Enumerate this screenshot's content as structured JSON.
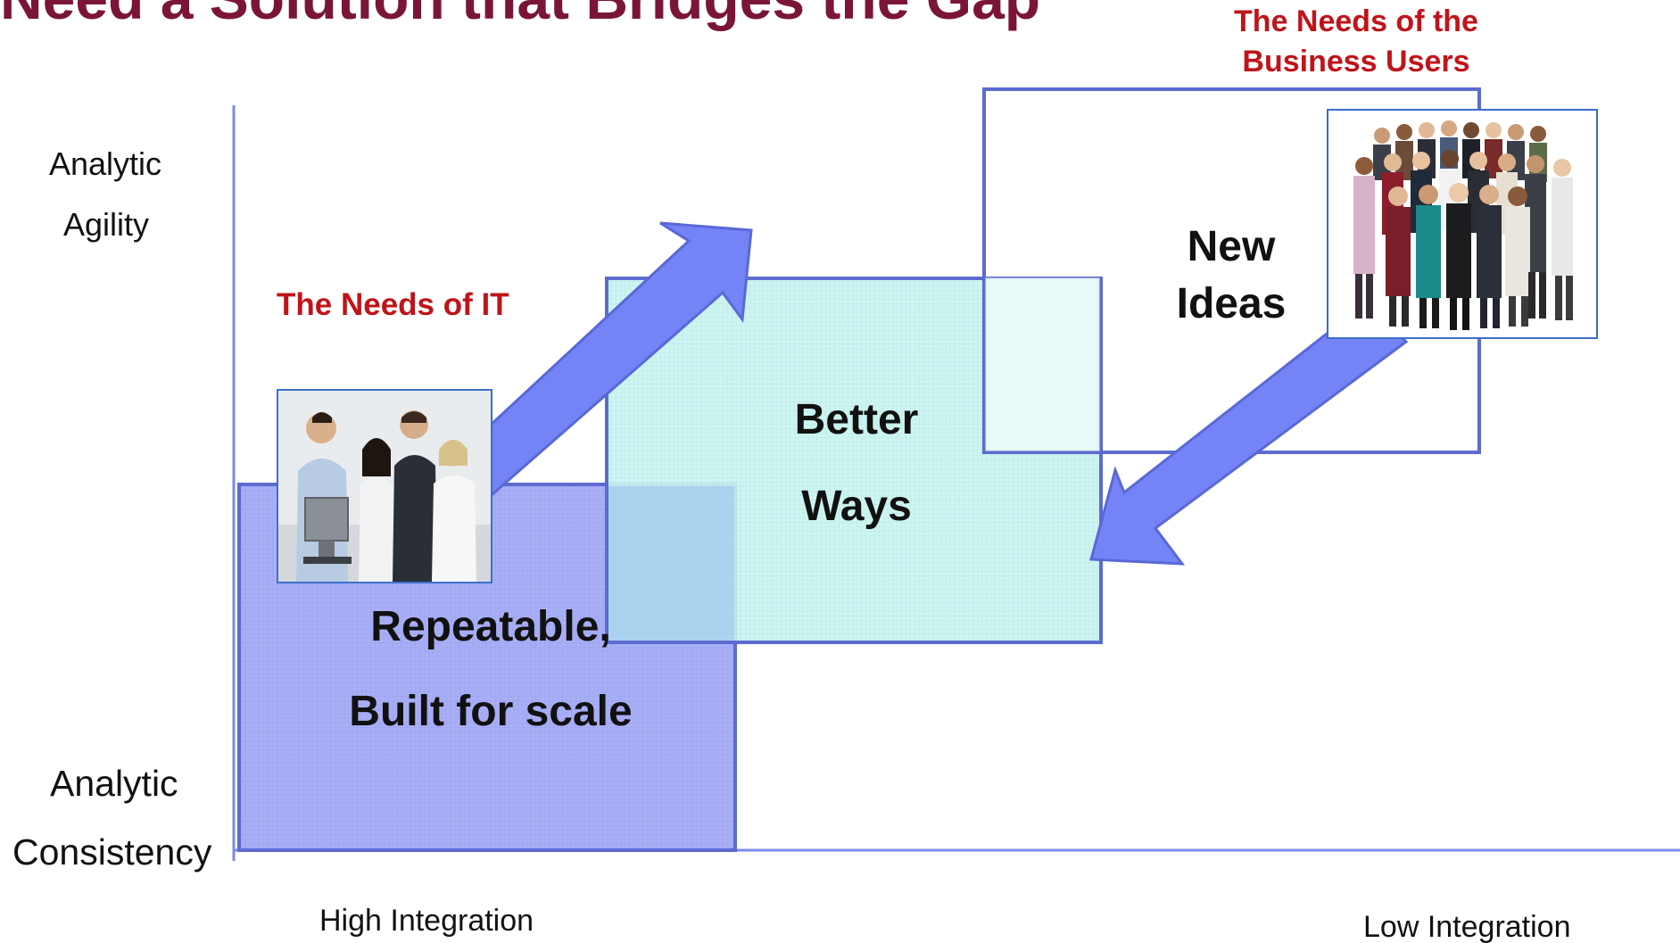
{
  "slide": {
    "title": "Need a Solution that Bridges the Gap"
  },
  "labels": {
    "needs_business": "The Needs of the Business Users",
    "needs_it": "The Needs of IT"
  },
  "y_axis": {
    "top_line1": "Analytic",
    "top_line2": "Agility",
    "bottom_line1": "Analytic",
    "bottom_line2": "Consistency"
  },
  "x_axis": {
    "left": "High Integration",
    "right": "Low Integration"
  },
  "boxes": {
    "new_ideas": "New Ideas",
    "better_line1": "Better",
    "better_line2": "Ways",
    "repeatable_line1": "Repeatable,",
    "repeatable_line2": "Built for scale"
  },
  "images": {
    "it_team": "it-team-photo",
    "business_users": "business-users-group-photo"
  },
  "colors": {
    "title": "#7a1538",
    "needs_text": "#c0141a",
    "box_blue": "#aab0f5",
    "box_teal": "#c8f3f1",
    "arrow": "#7384f5",
    "border": "#5c6bd0",
    "axis": "#6f80e6"
  }
}
